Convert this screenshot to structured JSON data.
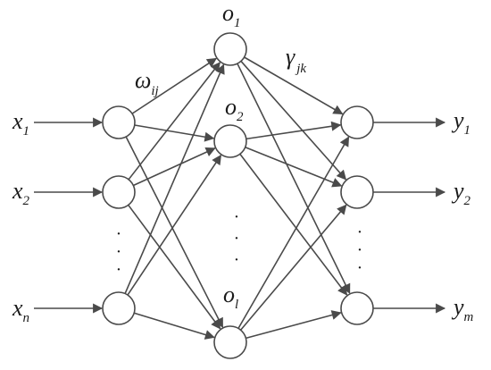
{
  "diagram": {
    "input_labels": [
      {
        "base": "x",
        "sub": "1"
      },
      {
        "base": "x",
        "sub": "2"
      },
      {
        "base": "x",
        "sub": "n"
      }
    ],
    "hidden_labels": [
      {
        "base": "o",
        "sub": "1"
      },
      {
        "base": "o",
        "sub": "2"
      },
      {
        "base": "o",
        "sub": "l"
      }
    ],
    "output_labels": [
      {
        "base": "y",
        "sub": "1"
      },
      {
        "base": "y",
        "sub": "2"
      },
      {
        "base": "y",
        "sub": "m"
      }
    ],
    "weight_input_hidden": {
      "base": "ω",
      "sub": "ij"
    },
    "weight_hidden_output": {
      "base": "γ",
      "sub": "jk"
    },
    "ellipsis": "·",
    "colors": {
      "stroke": "#4a4a4a",
      "node_fill": "#ffffff",
      "text": "#1a1a1a"
    }
  }
}
